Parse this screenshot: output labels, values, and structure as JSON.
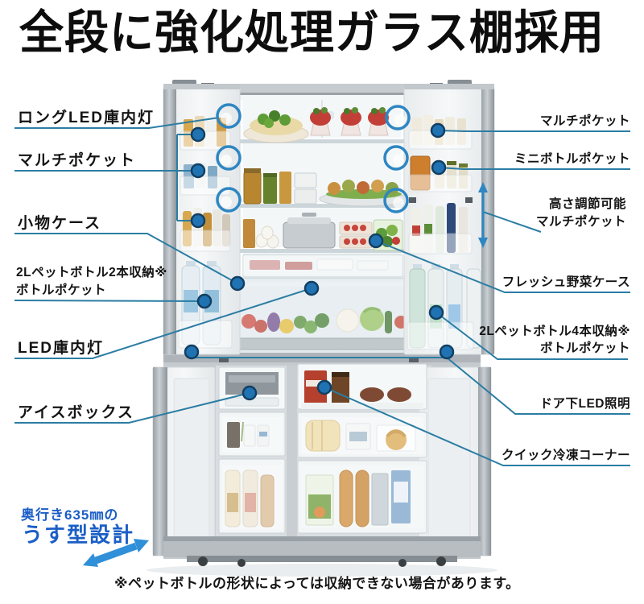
{
  "title": "全段に強化処理ガラス棚採用",
  "annotations": {
    "left": [
      {
        "line1": "ロングLED庫内灯"
      },
      {
        "line1": "マルチポケット"
      },
      {
        "line1": "小物ケース"
      },
      {
        "line1": "2Lペットボトル2本収納※",
        "line2": "ボトルポケット"
      },
      {
        "line1": "LED庫内灯"
      },
      {
        "line1": "アイスボックス"
      }
    ],
    "right": [
      {
        "line1": "マルチポケット"
      },
      {
        "line1": "ミニボトルポケット"
      },
      {
        "line1": "高さ調節可能",
        "line2": "マルチポケット"
      },
      {
        "line1": "フレッシュ野菜ケース"
      },
      {
        "line1": "2Lペットボトル4本収納※",
        "line2": "ボトルポケット"
      },
      {
        "line1": "ドア下LED照明"
      },
      {
        "line1": "クイック冷凍コーナー"
      }
    ]
  },
  "slim_design": {
    "line1": "奥行き635㎜の",
    "line2": "うす型設計"
  },
  "footnote": "※ペットボトルの形状によっては収納できない場合があります。",
  "colors": {
    "annotation_line": "#2b7da4",
    "annotation_dot": "#2073b2",
    "highlight_ring": "#2e86c2",
    "accent_blue": "#1b5ec6",
    "arrow_blue": "#2f8fd8"
  }
}
